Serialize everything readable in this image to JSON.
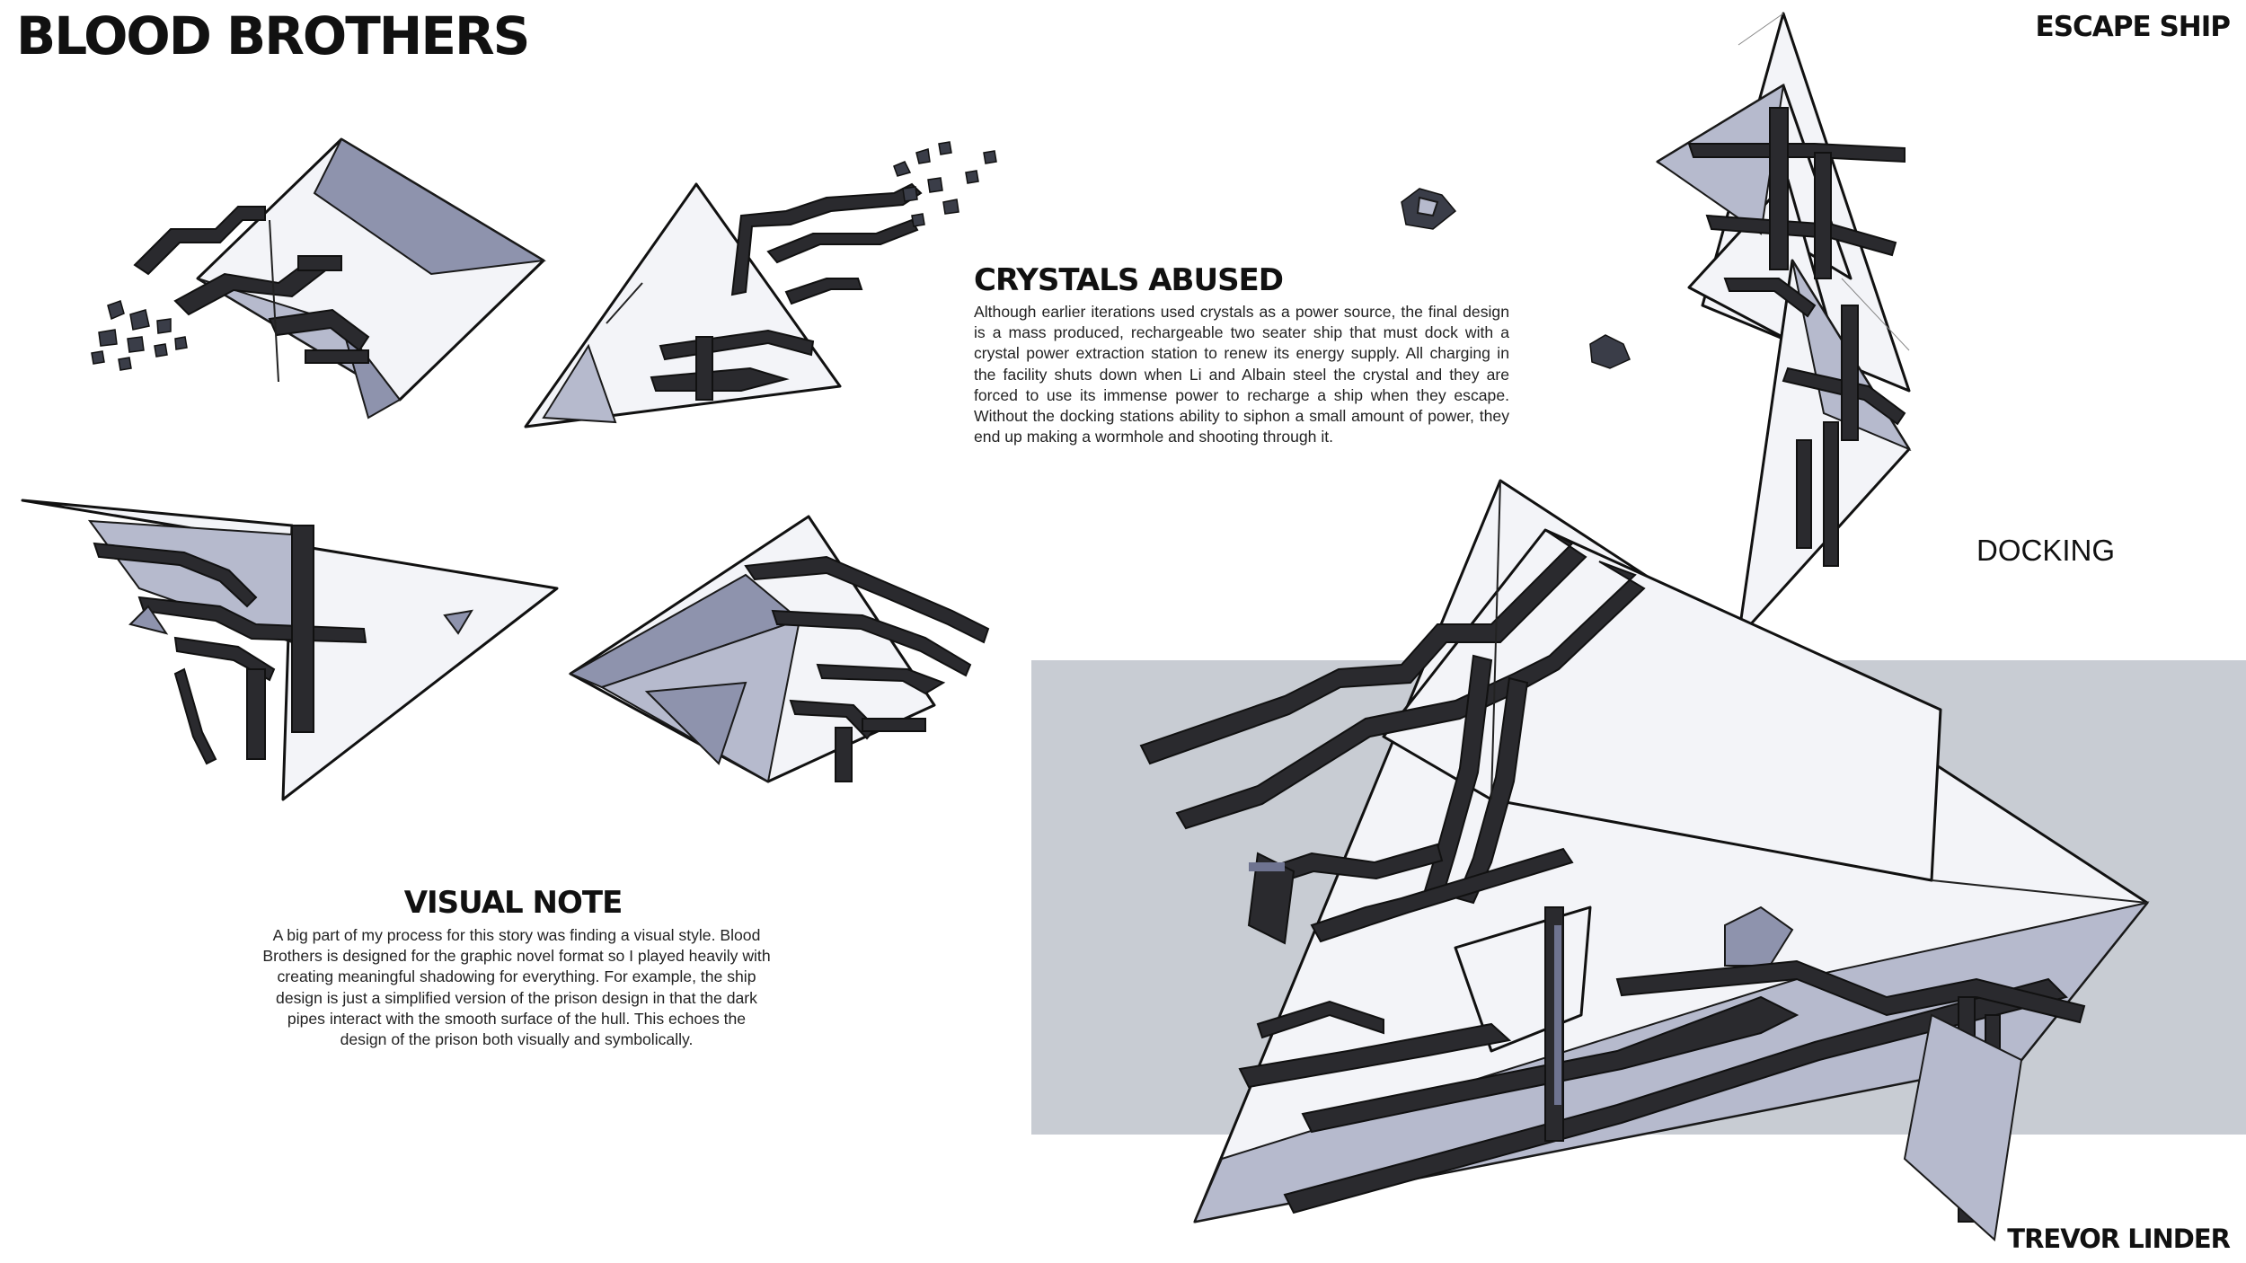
{
  "header": {
    "title": "BLOOD BROTHERS",
    "project_label": "ESCAPE SHIP"
  },
  "crystals_section": {
    "heading": "CRYSTALS ABUSED",
    "body": "Although earlier iterations used crystals as a power source, the final design is a mass produced, rechargeable two seater ship that must dock with a crystal power extraction station to renew its energy supply. All charging in the facility shuts down when Li and Albain steel the crystal and they are forced to use its immense power to recharge a ship when they escape. Without the docking stations ability to siphon  a small amount of power, they end up making a wormhole and shooting through it."
  },
  "visual_note_section": {
    "heading": "VISUAL NOTE",
    "body": "A big part of my process for this story was finding a visual style. Blood Brothers is designed for the graphic novel format so I played heavily with creating meaningful shadowing for everything. For example, the ship design is just a simplified version of the prison design in that the dark pipes interact with the smooth surface of the hull. This echoes the design of the prison both visually and symbolically."
  },
  "docking_label": "DOCKING",
  "credit": "TREVOR LINDER",
  "colors": {
    "ink": "#111111",
    "marker_blue_gray": "#8e93ad",
    "panel_gray": "#c8ccd3",
    "background": "#ffffff"
  }
}
